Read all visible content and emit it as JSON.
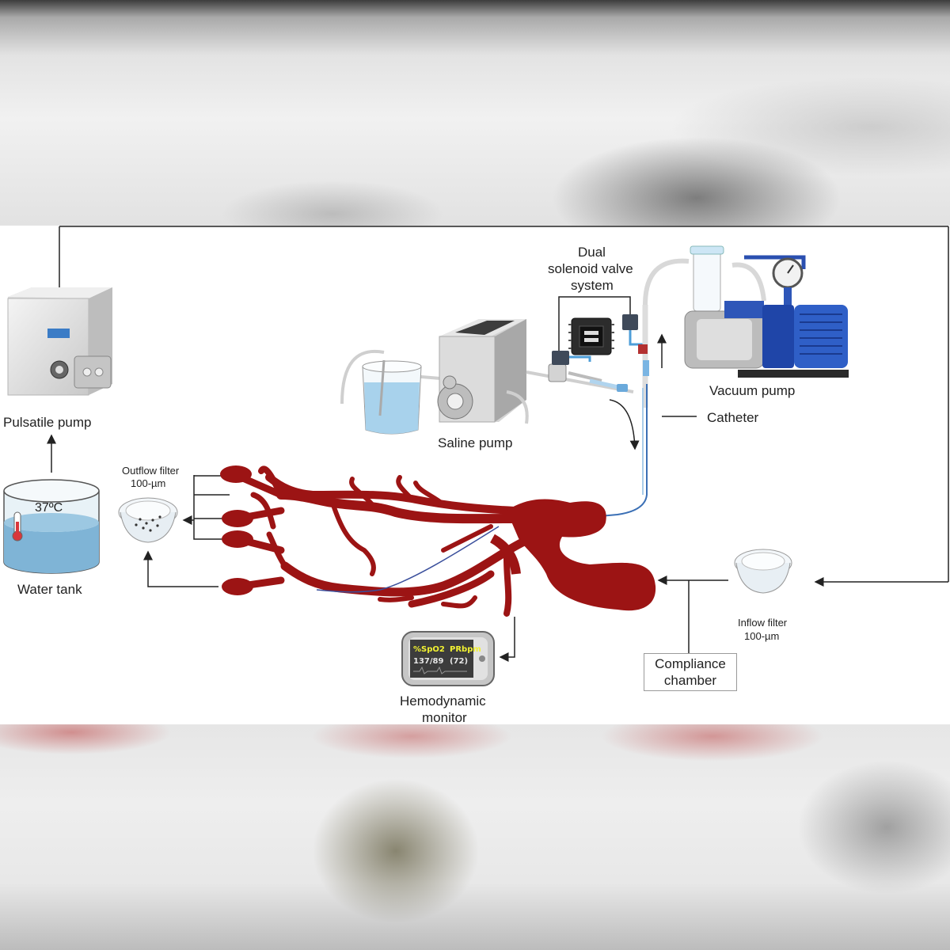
{
  "labels": {
    "pulsatile_pump": "Pulsatile pump",
    "water_tank": "Water tank",
    "water_temp": "37ºC",
    "outflow_filter_title": "Outflow filter",
    "outflow_filter_size": "100-µm",
    "saline_pump": "Saline pump",
    "solenoid_line1": "Dual",
    "solenoid_line2": "solenoid valve",
    "solenoid_line3": "system",
    "vacuum_pump": "Vacuum pump",
    "catheter": "Catheter",
    "inflow_filter_title": "Inflow filter",
    "inflow_filter_size": "100-µm",
    "compliance_line1": "Compliance",
    "compliance_line2": "chamber",
    "hemodynamic_line1": "Hemodynamic",
    "hemodynamic_line2": "monitor"
  },
  "monitor": {
    "spo2_label": "%SpO2",
    "pr_label": "PRbpm",
    "bp_value": "137/89",
    "pr_value": "(72)"
  },
  "colors": {
    "vessel": "#9c1414",
    "tubing_blue": "#3a88c8",
    "pump_blue": "#2a4fb0",
    "water": "#8fc1dc",
    "monitor_text": "#f2f232"
  }
}
